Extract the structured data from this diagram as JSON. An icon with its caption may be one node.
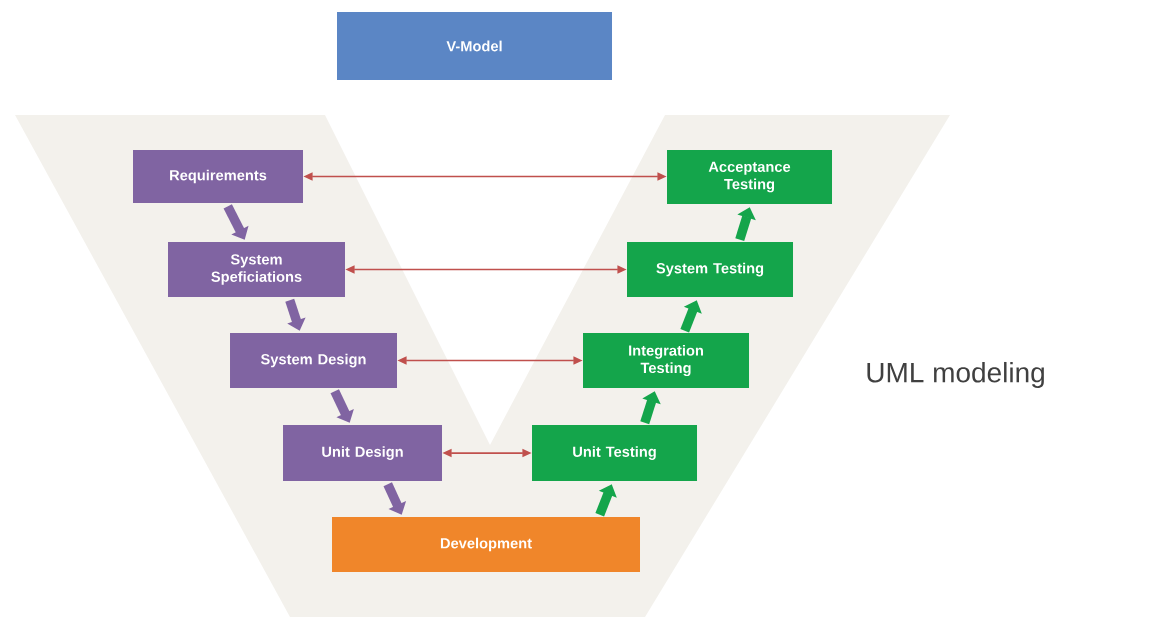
{
  "diagram": {
    "nodes": [
      {
        "text": [
          "V-Model"
        ]
      },
      {
        "text": [
          "Requirements"
        ]
      },
      {
        "text": [
          "System Speficiations"
        ]
      },
      {
        "text": [
          "System Design"
        ]
      },
      {
        "text": [
          "Unit Design"
        ]
      },
      {
        "text": [
          "Development"
        ]
      },
      {
        "text": [
          "Unit Testing"
        ]
      },
      {
        "text": [
          "Integration Testing"
        ]
      },
      {
        "text": [
          "System Testing"
        ]
      },
      {
        "text": [
          "Acceptance Testing"
        ]
      }
    ],
    "edges": [
      {
        "from": 1,
        "to": 2,
        "arrow": "to",
        "color": "#8064a2"
      },
      {
        "from": 2,
        "to": 3,
        "arrow": "to",
        "color": "#8064a2"
      },
      {
        "from": 3,
        "to": 4,
        "arrow": "to",
        "color": "#8064a2"
      },
      {
        "from": 4,
        "to": 5,
        "arrow": "to",
        "color": "#8064a2"
      },
      {
        "from": 5,
        "to": 6,
        "arrow": "to",
        "color": "#14a54b"
      },
      {
        "from": 6,
        "to": 7,
        "arrow": "to",
        "color": "#14a54b"
      },
      {
        "from": 7,
        "to": 8,
        "arrow": "to",
        "color": "#14a54b"
      },
      {
        "from": 8,
        "to": 9,
        "arrow": "to",
        "color": "#14a54b"
      },
      {
        "from": 1,
        "to": 9,
        "arrow": "both",
        "color": "#c0504d"
      },
      {
        "from": 2,
        "to": 8,
        "arrow": "both",
        "color": "#c0504d"
      },
      {
        "from": 3,
        "to": 7,
        "arrow": "both",
        "color": "#c0504d"
      },
      {
        "from": 4,
        "to": 6,
        "arrow": "both",
        "color": "#c0504d"
      }
    ],
    "labels": [
      "UML modeling"
    ]
  }
}
